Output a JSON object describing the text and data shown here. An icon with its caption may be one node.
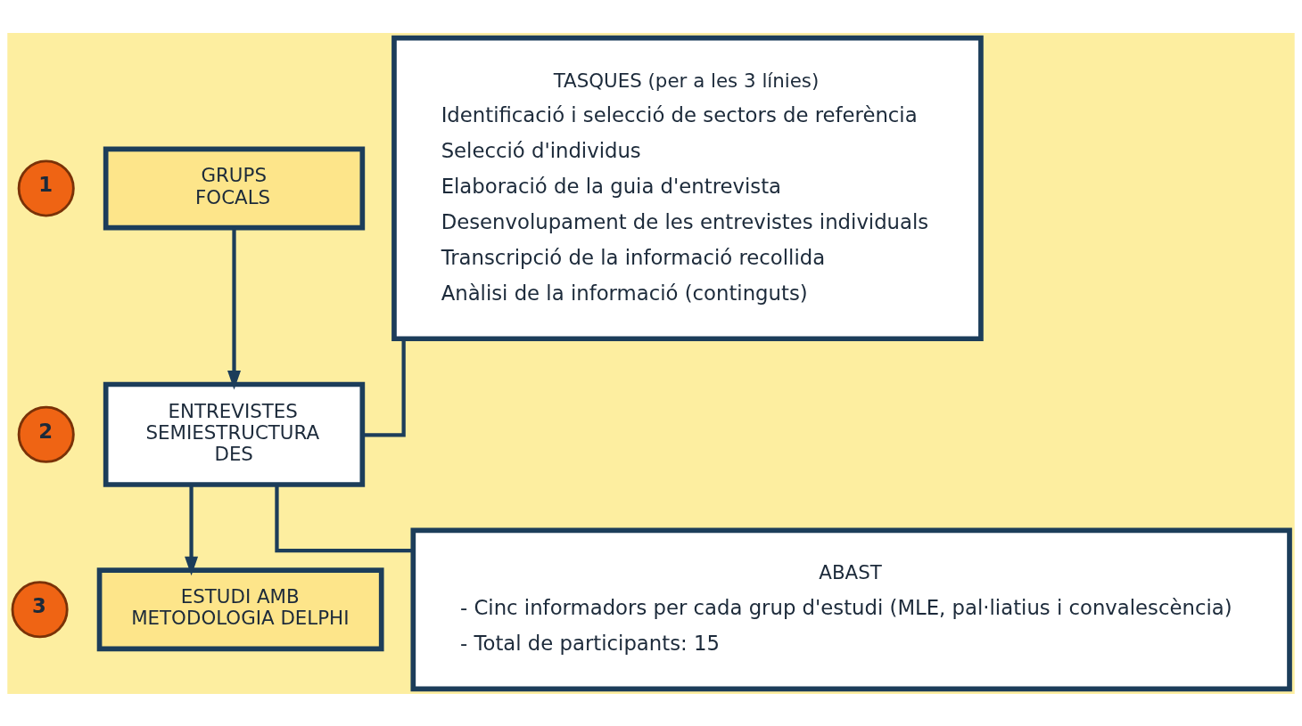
{
  "diagram": {
    "nodes": [
      {
        "text": [
          "1"
        ]
      },
      {
        "text": [
          "GRUPS FOCALS"
        ]
      },
      {
        "text": [
          "2"
        ]
      },
      {
        "text": [
          "ENTREVISTES SEMIESTRUCTURA DES"
        ]
      },
      {
        "text": [
          "3"
        ]
      },
      {
        "text": [
          "ESTUDI AMB METODOLOGIA DELPHI"
        ]
      },
      {
        "text": [
          "TASQUES (per a les 3 línies)",
          "Identificació i selecció de sectors de referència",
          "Selecció d'individus",
          "Elaboració de la guia d'entrevista",
          "Desenvolupament de les entrevistes individuals",
          "Transcripció de la informació recollida",
          "Anàlisi de la informació (continguts)"
        ]
      },
      {
        "text": [
          "ABAST",
          "- Cinc informadors per cada grup d'estudi (MLE, pal·liatius i convalescència)",
          "- Total de participants: 15"
        ]
      }
    ],
    "edges": [
      {
        "from": 1,
        "to": 3,
        "arrow": "to"
      },
      {
        "from": 3,
        "to": 5,
        "arrow": "to"
      },
      {
        "from": 3,
        "to": 6,
        "arrow": "none"
      },
      {
        "from": 3,
        "to": 7,
        "arrow": "none"
      }
    ]
  }
}
